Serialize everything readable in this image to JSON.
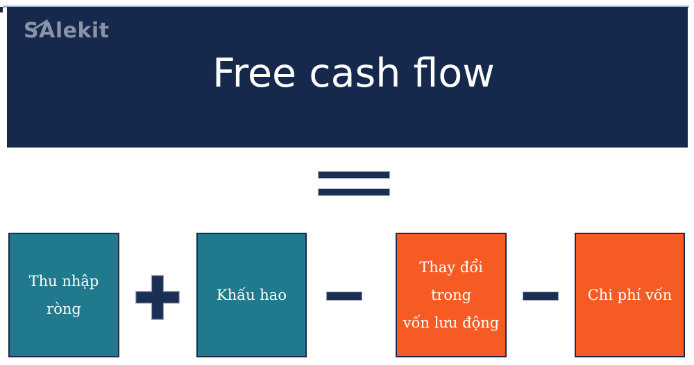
{
  "brand": {
    "logo": "SAlekit"
  },
  "header": {
    "title": "Free cash flow"
  },
  "equation": {
    "equals_symbol": "=",
    "operators": [
      "+",
      "−",
      "−"
    ],
    "terms": [
      {
        "id": "net-income",
        "lines": [
          "Thu nhập",
          "ròng"
        ]
      },
      {
        "id": "depreciation",
        "lines": [
          "Khấu hao"
        ]
      },
      {
        "id": "change-in-working-capital",
        "lines": [
          "Thay đổi",
          "trong",
          "vốn lưu động"
        ]
      },
      {
        "id": "capital-expenditure",
        "lines": [
          "Chi phí vốn"
        ]
      }
    ]
  },
  "colors": {
    "banner_navy": "#16294c",
    "shape_navy": "#1b2f55",
    "teal": "#21798d",
    "orange": "#f65b24",
    "logo_gray": "#8a92a6",
    "text_white": "#ffffff"
  }
}
